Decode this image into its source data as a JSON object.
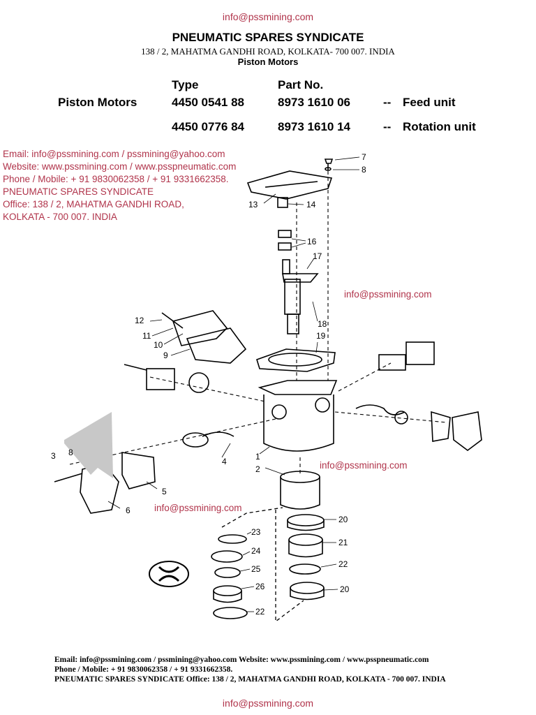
{
  "header": {
    "email": "info@pssmining.com",
    "company": "PNEUMATIC SPARES SYNDICATE",
    "address": "138 / 2, MAHATMA GANDHI ROAD, KOLKATA- 700 007. INDIA",
    "subtitle": "Piston Motors"
  },
  "parts_table": {
    "headers": {
      "type": "Type",
      "part_no": "Part No."
    },
    "rows": [
      {
        "category": "Piston Motors",
        "type": "4450 0541 88",
        "part_no": "8973 1610 06",
        "sep": "--",
        "desc": "Feed unit"
      },
      {
        "category": "",
        "type": "4450 0776 84",
        "part_no": "8973 1610 14",
        "sep": "--",
        "desc": "Rotation unit"
      }
    ]
  },
  "contact_block": [
    "Email: info@pssmining.com / pssmining@yahoo.com",
    "Website: www.pssmining.com / www.psspneumatic.com",
    "Phone / Mobile: + 91 9830062358 / + 91 9331662358.",
    "PNEUMATIC SPARES SYNDICATE",
    "Office: 138 / 2, MAHATMA GANDHI ROAD,",
    "KOLKATA - 700 007. INDIA"
  ],
  "watermarks": [
    "info@pssmining.com",
    "info@pssmining.com",
    "info@pssmining.com"
  ],
  "callouts": [
    "7",
    "8",
    "13",
    "14",
    "16",
    "17",
    "18",
    "19",
    "12",
    "11",
    "10",
    "9",
    "3",
    "8",
    "1",
    "2",
    "4",
    "5",
    "6",
    "20",
    "21",
    "22",
    "20",
    "23",
    "24",
    "25",
    "26",
    "22"
  ],
  "footer": {
    "line1": "Email: info@pssmining.com / pssmining@yahoo.com Website: www.pssmining.com / www.psspneumatic.com",
    "line2": "Phone / Mobile: + 91 9830062358 / + 91 9331662358.",
    "line3": "PNEUMATIC SPARES SYNDICATE Office: 138 / 2, MAHATMA GANDHI ROAD, KOLKATA - 700 007. INDIA",
    "email": "info@pssmining.com"
  },
  "colors": {
    "watermark": "#b0334a",
    "text": "#000000"
  }
}
